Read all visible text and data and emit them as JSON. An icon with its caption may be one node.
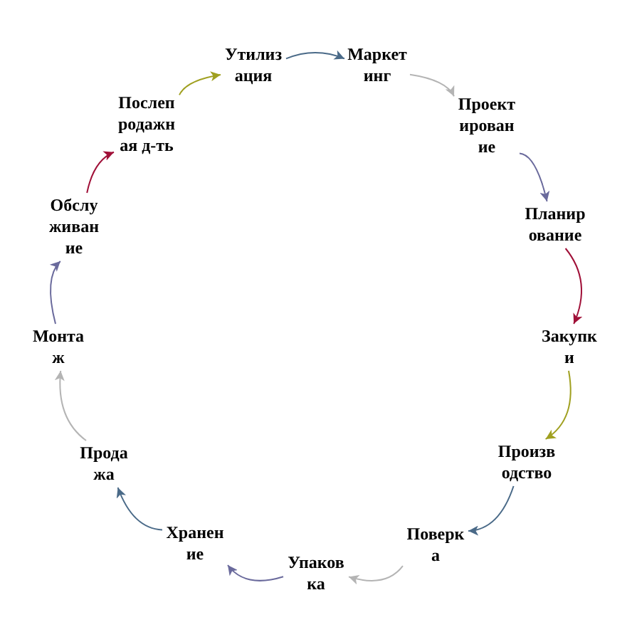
{
  "diagram": {
    "nodes": [
      {
        "text": [
          "Маркетинг"
        ]
      },
      {
        "text": [
          "Проектирование"
        ]
      },
      {
        "text": [
          "Планирование"
        ]
      },
      {
        "text": [
          "Закупки"
        ]
      },
      {
        "text": [
          "Производство"
        ]
      },
      {
        "text": [
          "Поверка"
        ]
      },
      {
        "text": [
          "Упаковка"
        ]
      },
      {
        "text": [
          "Хранение"
        ]
      },
      {
        "text": [
          "Продажа"
        ]
      },
      {
        "text": [
          "Монтаж"
        ]
      },
      {
        "text": [
          "Обслуживание"
        ]
      },
      {
        "text": [
          "Послепродажная д-ть"
        ]
      },
      {
        "text": [
          "Утилизация"
        ]
      }
    ],
    "edges": [
      {
        "from": 0,
        "to": 1,
        "arrow": "to",
        "color": "#b4b4b4"
      },
      {
        "from": 1,
        "to": 2,
        "arrow": "to",
        "color": "#6a6a9c"
      },
      {
        "from": 2,
        "to": 3,
        "arrow": "to",
        "color": "#a01038"
      },
      {
        "from": 3,
        "to": 4,
        "arrow": "to",
        "color": "#a0a020"
      },
      {
        "from": 4,
        "to": 5,
        "arrow": "to",
        "color": "#4a6a88"
      },
      {
        "from": 5,
        "to": 6,
        "arrow": "to",
        "color": "#b4b4b4"
      },
      {
        "from": 6,
        "to": 7,
        "arrow": "to",
        "color": "#6a6a9c"
      },
      {
        "from": 7,
        "to": 8,
        "arrow": "to",
        "color": "#4a6a88"
      },
      {
        "from": 8,
        "to": 9,
        "arrow": "to",
        "color": "#b4b4b4"
      },
      {
        "from": 9,
        "to": 10,
        "arrow": "to",
        "color": "#6a6a9c"
      },
      {
        "from": 10,
        "to": 11,
        "arrow": "to",
        "color": "#a01038"
      },
      {
        "from": 11,
        "to": 12,
        "arrow": "to",
        "color": "#a0a020"
      },
      {
        "from": 12,
        "to": 0,
        "arrow": "to",
        "color": "#4a6a88"
      }
    ]
  }
}
